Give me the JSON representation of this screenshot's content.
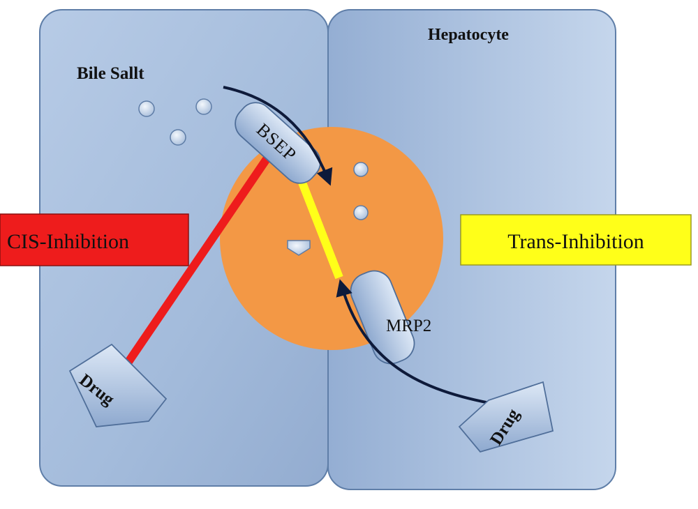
{
  "labels": {
    "left_cell_title": "Bile Sallt",
    "right_cell_title": "Hepatocyte",
    "bsep": "BSEP",
    "mrp2": "MRP2",
    "drug_left": "Drug",
    "drug_right": "Drug",
    "cis_inhibition": "CIS-Inhibition",
    "trans_inhibition": "Trans-Inhibition"
  },
  "colors": {
    "cell_fill": "#a9bfdc",
    "cell_stroke": "#5f7ea8",
    "canaliculus": "#f39845",
    "cis_box": "#ee1c1c",
    "trans_box": "#ffff19",
    "cis_line": "#ee1c1c",
    "trans_line": "#ffff19",
    "transporter_fill": "#b3c7e2",
    "arrow": "#0e1a3a"
  },
  "icons": [
    "bile-salt-dot",
    "drug-pentagon",
    "curved-arrow"
  ]
}
